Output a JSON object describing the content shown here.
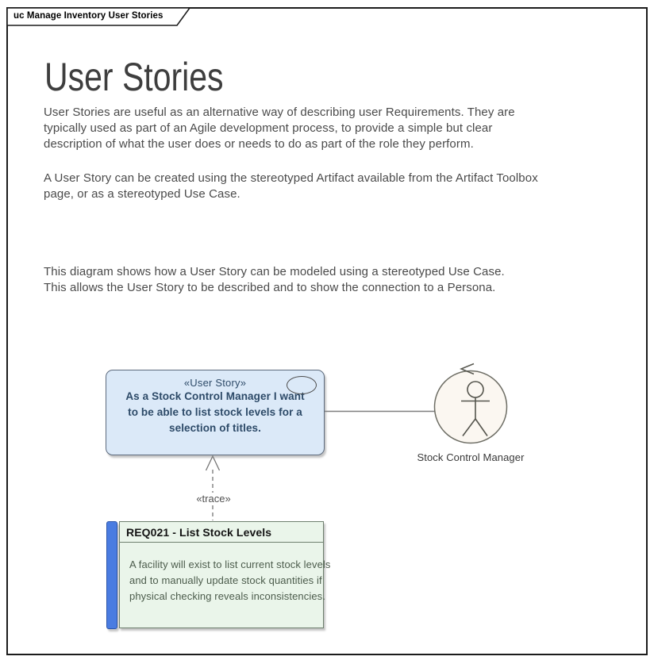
{
  "frame": {
    "tab_label": "uc Manage Inventory User Stories"
  },
  "article": {
    "title": "User Stories",
    "para1": [
      "User Stories are useful as an alternative way of describing user Requirements.  They are",
      "typically used as part of an Agile development process, to provide a simple but clear",
      "description of what the user does or needs to do as part of the role they perform."
    ],
    "para2": [
      "A User Story can be created using the stereotyped Artifact available from the Artifact Toolbox",
      "page, or as a stereotyped Use Case."
    ],
    "para3": [
      "This diagram shows how a User Story can be modeled using a stereotyped Use Case.",
      "This allows the User Story to be described and to show the connection to a Persona."
    ]
  },
  "diagram": {
    "use_case": {
      "stereotype": "«User Story»",
      "lines": [
        "As a Stock Control Manager I want",
        "to be able to list stock levels for a",
        "selection of titles."
      ]
    },
    "actor": {
      "label": "Stock Control Manager"
    },
    "trace": {
      "label": "«trace»"
    },
    "requirement": {
      "title": "REQ021 - List Stock Levels",
      "body": [
        "A facility will exist to list current stock levels",
        "and to manually update stock quantities if",
        "physical checking reveals inconsistencies."
      ]
    }
  },
  "colors": {
    "use_case_fill": "#dbe9f8",
    "use_case_border": "#5d6b7e",
    "use_case_text": "#2d4a68",
    "requirement_fill": "#eaf5ea",
    "requirement_border": "#6e7f6e",
    "requirement_bar": "#4a7ce1",
    "actor_fill": "#fbf7f1",
    "connector": "#7f7f7f",
    "frame_border": "#1c1c1c"
  }
}
